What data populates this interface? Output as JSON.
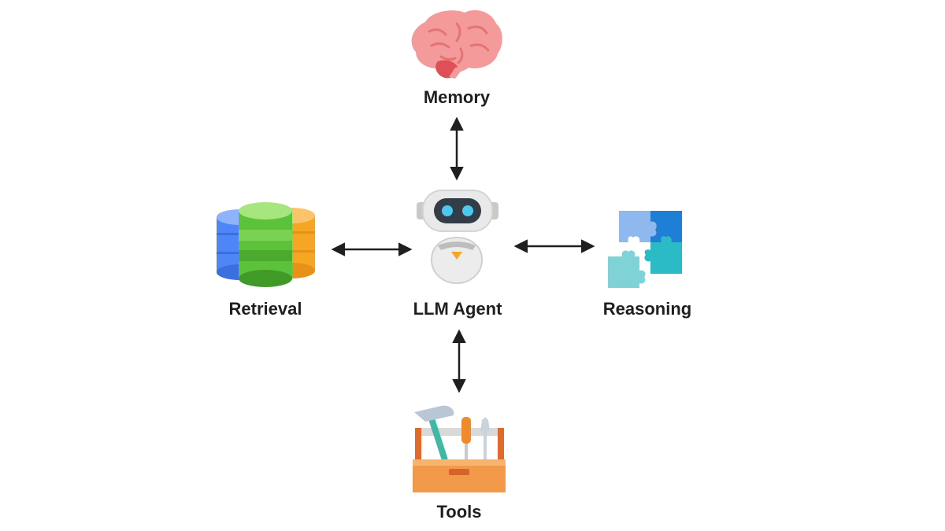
{
  "diagram": {
    "center": {
      "label": "LLM Agent",
      "icon": "robot-icon"
    },
    "nodes": [
      {
        "id": "memory",
        "label": "Memory",
        "icon": "brain-icon"
      },
      {
        "id": "retrieval",
        "label": "Retrieval",
        "icon": "database-icon"
      },
      {
        "id": "reasoning",
        "label": "Reasoning",
        "icon": "puzzle-icon"
      },
      {
        "id": "tools",
        "label": "Tools",
        "icon": "toolbox-icon"
      }
    ],
    "connections": [
      {
        "from": "llm-agent",
        "to": "memory",
        "direction": "bidirectional"
      },
      {
        "from": "llm-agent",
        "to": "retrieval",
        "direction": "bidirectional"
      },
      {
        "from": "llm-agent",
        "to": "reasoning",
        "direction": "bidirectional"
      },
      {
        "from": "llm-agent",
        "to": "tools",
        "direction": "bidirectional"
      }
    ]
  },
  "colors": {
    "background": "#ffffff",
    "text": "#1f1f1f",
    "arrow": "#1f1f1f",
    "brain": "#f49a9a",
    "database_blue": "#4f86f7",
    "database_green": "#5cc23a",
    "database_orange": "#f5a623",
    "puzzle_dark_blue": "#1f7fd6",
    "puzzle_light_blue": "#8fb8ee",
    "puzzle_teal": "#2bbbc6",
    "toolbox": "#f29a4a",
    "robot_eyes": "#4cc9f0"
  }
}
